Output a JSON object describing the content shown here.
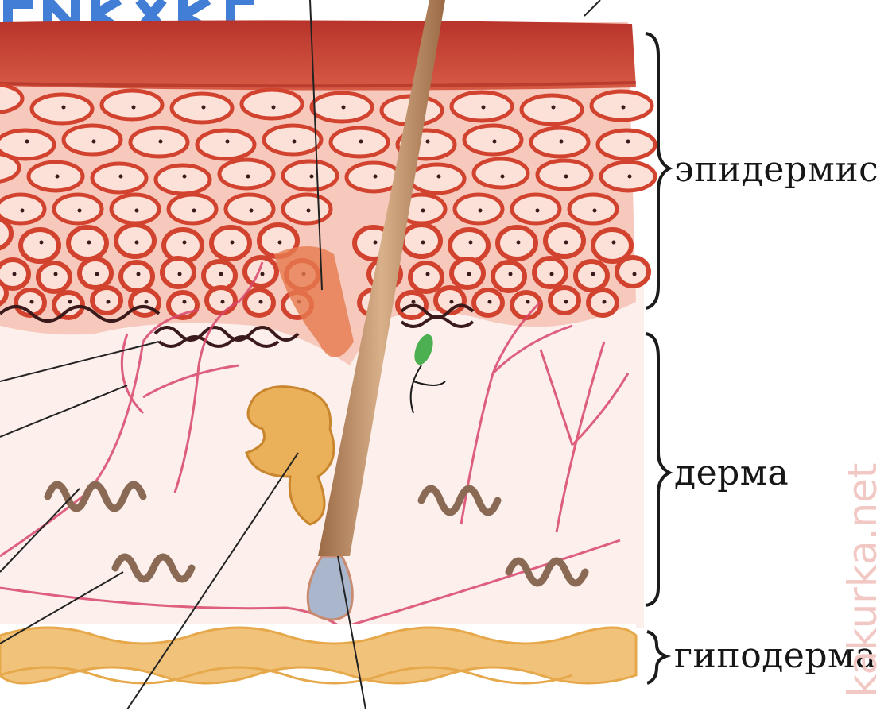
{
  "diagram": {
    "layers": {
      "epidermis": "эпидермис",
      "dermis": "дерма",
      "hypodermis": "гиподерма"
    },
    "watermark": "kakurka.net"
  },
  "colors": {
    "epidermis_top": "#c0392b",
    "cell_outline": "#d2432f",
    "cell_fill": "#fbe1d8",
    "dermis_fill": "#fcefec",
    "blood_vessel": "#d8476a",
    "sweat_gland": "#8a6a55",
    "sebaceous_gland": "#e3a04c",
    "hair_shaft": "#b98a5a",
    "hypodermis_fat": "#e6a84a",
    "pigment": "#3a1a1a",
    "nerve_ending": "#4caf50",
    "header_fragment": "#2e6fd1"
  }
}
